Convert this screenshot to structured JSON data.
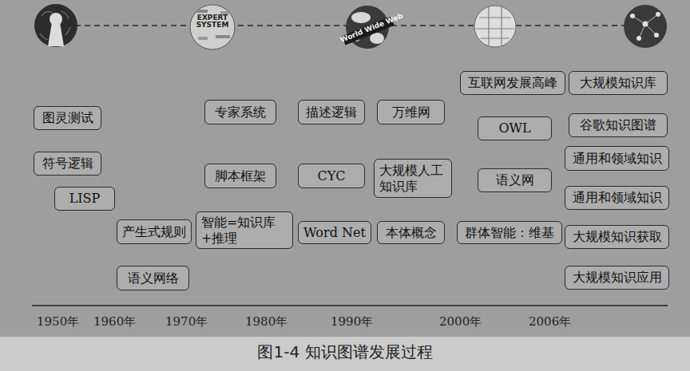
{
  "diagram": {
    "caption": "图1-4 知识图谱发展过程",
    "nodes": [
      {
        "text": [
          "图灵测试"
        ]
      },
      {
        "text": [
          "符号逻辑"
        ]
      },
      {
        "text": [
          "LISP"
        ]
      },
      {
        "text": [
          "产生式规则"
        ]
      },
      {
        "text": [
          "语义网络"
        ]
      },
      {
        "text": [
          "专家系统"
        ]
      },
      {
        "text": [
          "脚本框架"
        ]
      },
      {
        "text": [
          "智能=知识库+推理"
        ]
      },
      {
        "text": [
          "描述逻辑"
        ]
      },
      {
        "text": [
          "CYC"
        ]
      },
      {
        "text": [
          "Word Net"
        ]
      },
      {
        "text": [
          "万维网"
        ]
      },
      {
        "text": [
          "大规模人工知识库"
        ]
      },
      {
        "text": [
          "本体概念"
        ]
      },
      {
        "text": [
          "互联网发展高峰"
        ]
      },
      {
        "text": [
          "OWL"
        ]
      },
      {
        "text": [
          "语义网"
        ]
      },
      {
        "text": [
          "群体智能：维基"
        ]
      },
      {
        "text": [
          "大规模知识库"
        ]
      },
      {
        "text": [
          "谷歌知识图谱"
        ]
      },
      {
        "text": [
          "通用和领域知识"
        ]
      },
      {
        "text": [
          "通用和领域知识"
        ]
      },
      {
        "text": [
          "大规模知识获取"
        ]
      },
      {
        "text": [
          "大规模知识应用"
        ]
      }
    ],
    "labels": [
      "EXPERT SYSTEM",
      "World Wide Web",
      "1950年",
      "1960年",
      "1970年",
      "1980年",
      "1990年",
      "2000年",
      "2006年"
    ]
  }
}
